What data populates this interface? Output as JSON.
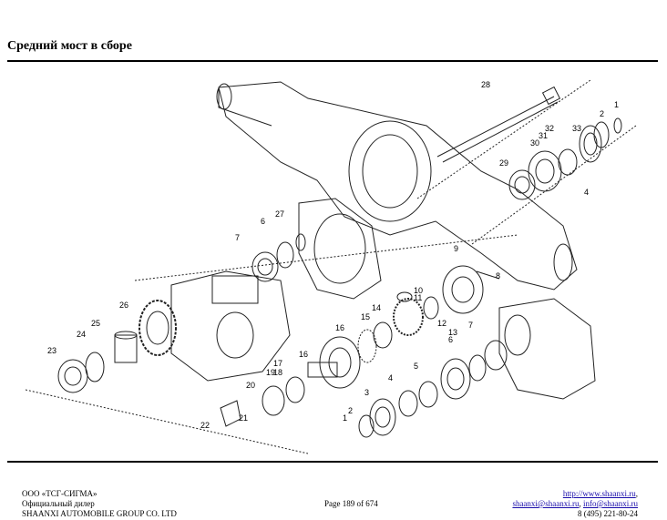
{
  "page": {
    "title": "Средний мост в сборе"
  },
  "diagram": {
    "callouts": [
      "1",
      "2",
      "3",
      "4",
      "5",
      "6",
      "7",
      "8",
      "9",
      "10",
      "11",
      "12",
      "13",
      "14",
      "15",
      "16",
      "17",
      "18",
      "19",
      "20",
      "21",
      "22",
      "23",
      "24",
      "25",
      "26",
      "27",
      "28",
      "29",
      "30",
      "31",
      "32",
      "33"
    ]
  },
  "footer": {
    "company": "ООО «ТСГ-СИГМА»",
    "dealer": "Официальный дилер",
    "manufacturer": "SHAANXI AUTOMOBILE GROUP CO. LTD",
    "page_indicator": "Page 189 of 674",
    "website": "http://www.shaanxi.ru",
    "website_suffix": ",",
    "email1": "shaanxi@shaanxi.ru",
    "email_sep": ", ",
    "email2": "info@shaanxi.ru",
    "phone": "8 (495) 221-80-24"
  }
}
